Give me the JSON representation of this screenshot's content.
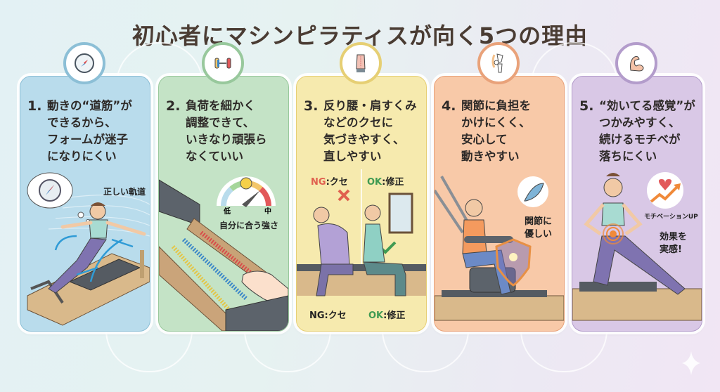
{
  "title": "初心者にマシンピラティスが向く5つの理由",
  "cards": [
    {
      "number": "1.",
      "icon": "compass-icon",
      "color": "#b9dcec",
      "border": "#8cbfd6",
      "lines": [
        "動きの“道筋”が",
        "できるから、",
        "フォームが迷子",
        "になりにくい"
      ],
      "labels": {
        "thought": "正しい軌道"
      }
    },
    {
      "number": "2.",
      "icon": "dumbbell-icon",
      "color": "#c4e3c6",
      "border": "#98c89c",
      "lines": [
        "負荷を細かく",
        "調整できて、",
        "いきなり頑張ら",
        "なくていい"
      ],
      "labels": {
        "gauge_low": "低",
        "gauge_high": "中",
        "caption": "自分に合う強さ"
      }
    },
    {
      "number": "3.",
      "icon": "back-posture-icon",
      "color": "#f6eaae",
      "border": "#e6cf74",
      "lines": [
        "反り腰・肩すくみ",
        "などのクセに",
        "気づきやすく、",
        "直しやすい"
      ],
      "labels": {
        "ng_top": "NG",
        "ng_top_suffix": ":クセ",
        "ok_top": "OK",
        "ok_top_suffix": ":修正",
        "ng_bottom": "NG:クセ",
        "ok_bottom_prefix": "OK",
        "ok_bottom_suffix": ":修正"
      }
    },
    {
      "number": "4.",
      "icon": "knee-joint-icon",
      "color": "#f8c9a8",
      "border": "#e9a27a",
      "lines": [
        "関節に負担を",
        "かけにくく、",
        "安心して",
        "動きやすい"
      ],
      "labels": {
        "caption_1": "関節に",
        "caption_2": "優しい"
      }
    },
    {
      "number": "5.",
      "icon": "flexed-arm-icon",
      "color": "#d9c8e6",
      "border": "#b39ccb",
      "lines": [
        "“効いてる感覚”が",
        "つかみやすく、",
        "続けるモチベが",
        "落ちにくい"
      ],
      "labels": {
        "motivation": "モチベーションUP",
        "effect_1": "効果を",
        "effect_2": "実感!"
      }
    }
  ],
  "colors": {
    "title": "#4a3c33",
    "ng": "#e0604f",
    "ok": "#3f9a52"
  }
}
